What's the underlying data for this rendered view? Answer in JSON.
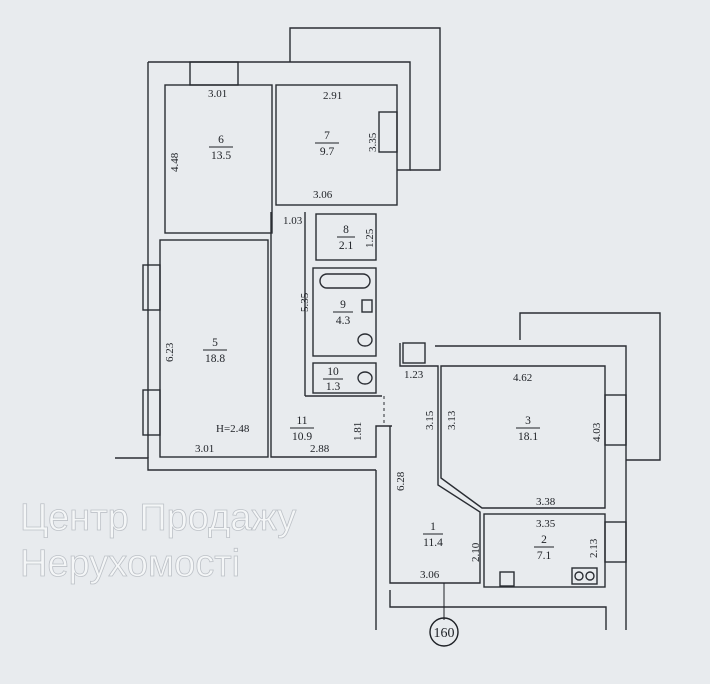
{
  "watermark": "Центр Продажу Нерухомості",
  "marker": "160",
  "height_note": "H=2.48",
  "rooms": [
    {
      "id": "1",
      "area": "11.4"
    },
    {
      "id": "2",
      "area": "7.1"
    },
    {
      "id": "3",
      "area": "18.1"
    },
    {
      "id": "5",
      "area": "18.8"
    },
    {
      "id": "6",
      "area": "13.5"
    },
    {
      "id": "7",
      "area": "9.7"
    },
    {
      "id": "8",
      "area": "2.1"
    },
    {
      "id": "9",
      "area": "4.3"
    },
    {
      "id": "10",
      "area": "1.3"
    },
    {
      "id": "11",
      "area": "10.9"
    }
  ],
  "dimensions": [
    "3.01",
    "2.91",
    "4.48",
    "3.35",
    "3.06",
    "1.03",
    "1.25",
    "5.35",
    "6.23",
    "3.01",
    "2.88",
    "1.81",
    "1.23",
    "3.15",
    "3.13",
    "4.62",
    "4.03",
    "6.28",
    "3.38",
    "3.35",
    "2.10",
    "2.13",
    "3.06"
  ]
}
